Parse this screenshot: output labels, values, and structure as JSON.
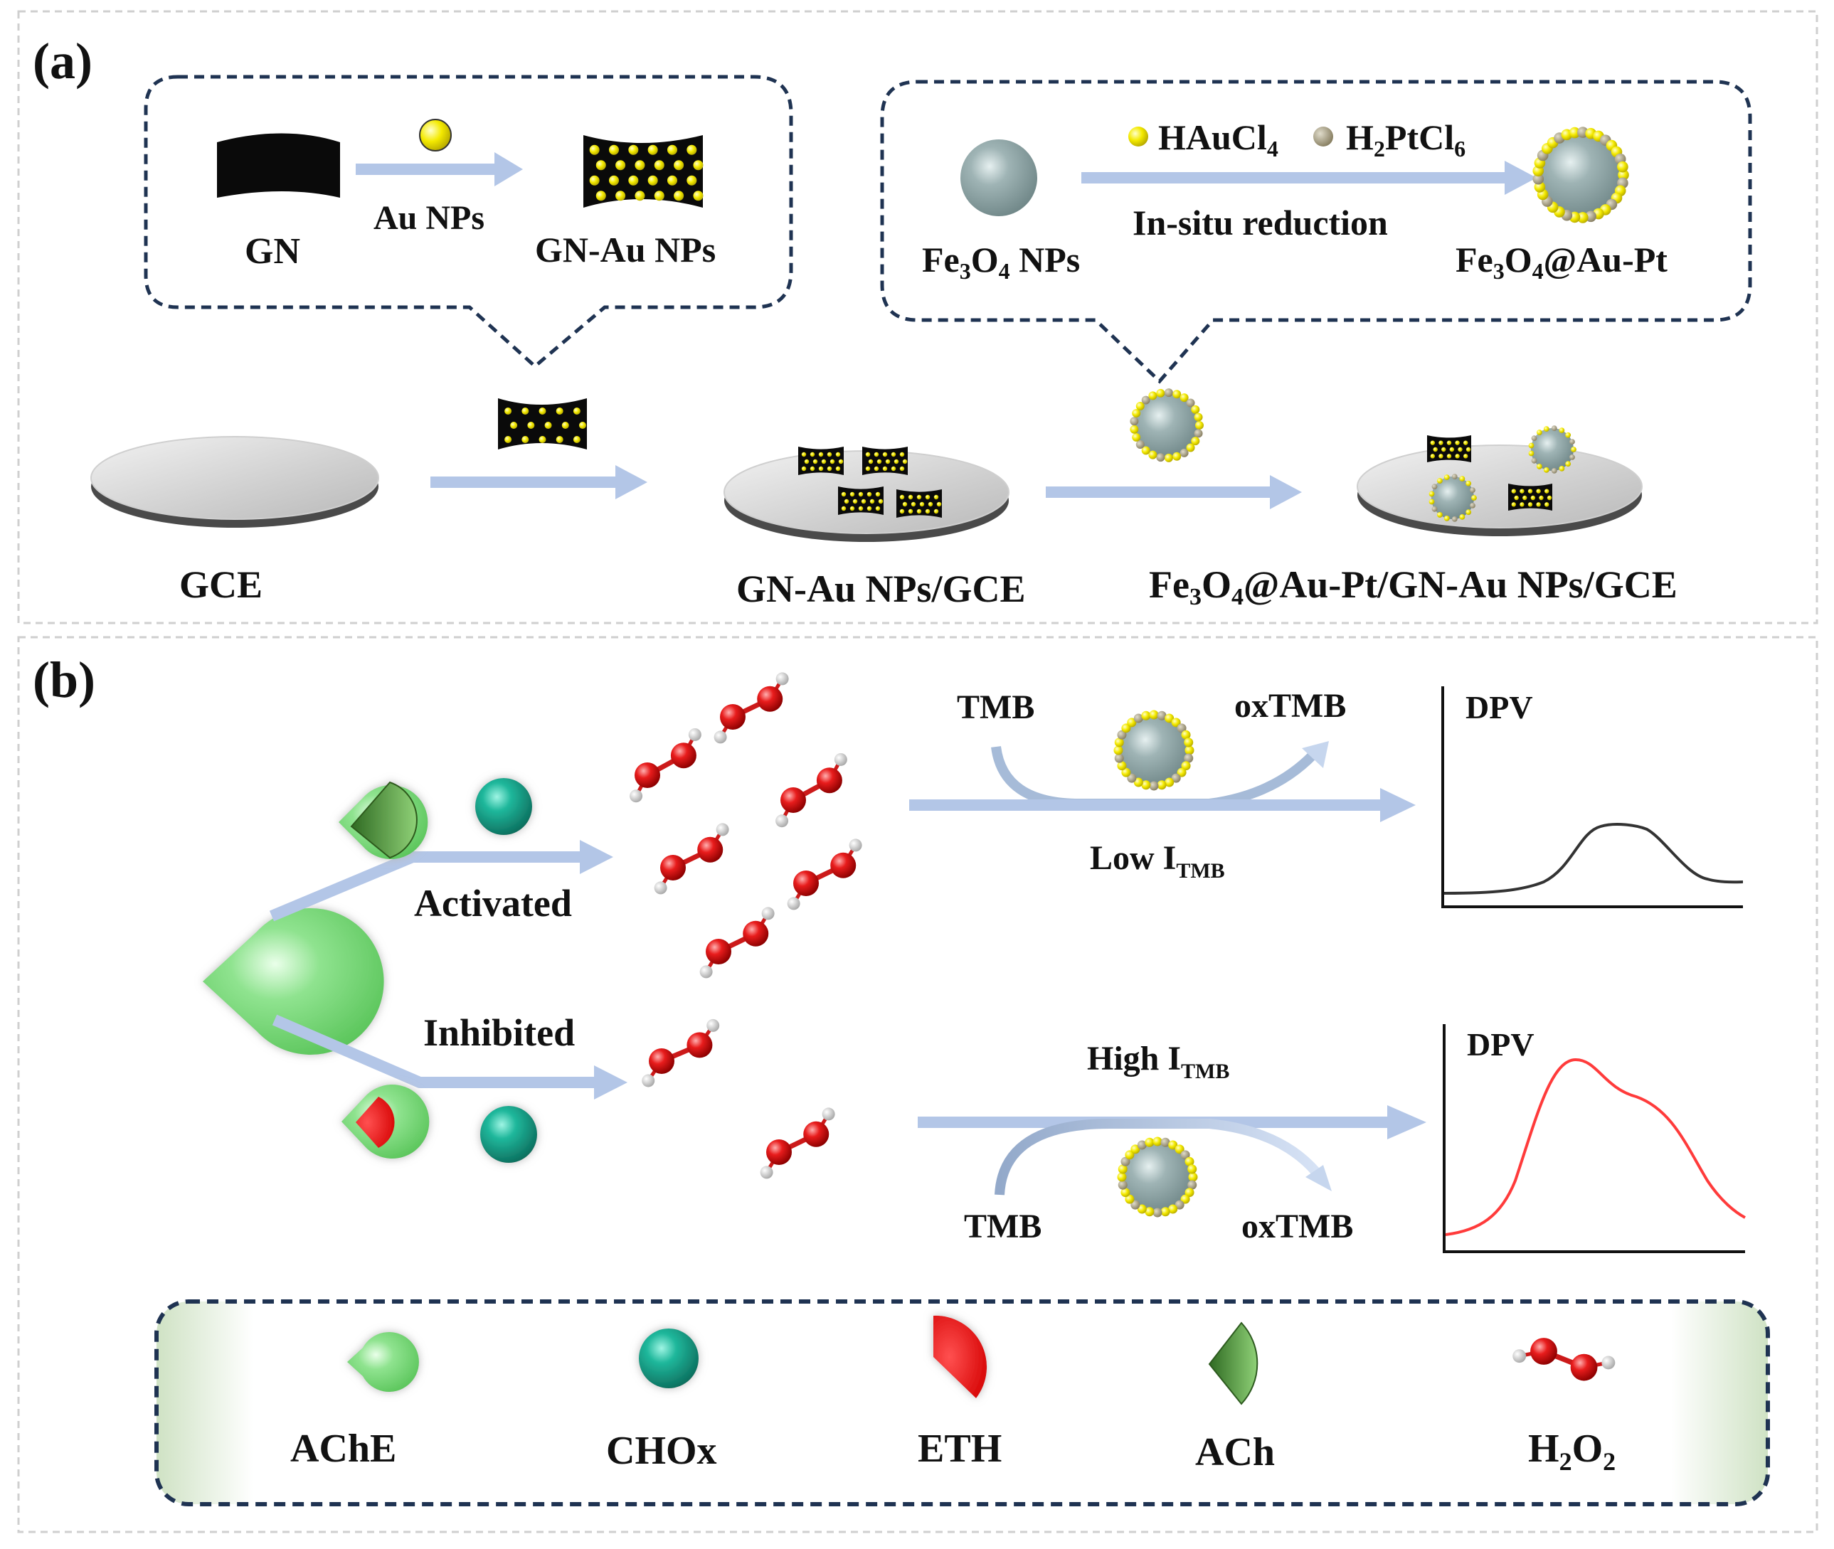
{
  "panel_a": {
    "label": "(a)",
    "gn_label": "GN",
    "au_nps_label": "Au NPs",
    "gn_au_label": "GN-Au NPs",
    "haucl4": {
      "main": "HAuCl",
      "sub": "4"
    },
    "h2ptcl6": {
      "h": "H",
      "sub1": "2",
      "mid": "PtCl",
      "sub2": "6"
    },
    "insitu_label": "In-situ reduction",
    "fe3o4_nps": {
      "fe": "Fe",
      "s1": "3",
      "o": "O",
      "s2": "4",
      "rest": " NPs"
    },
    "fe3o4_aupt": {
      "fe": "Fe",
      "s1": "3",
      "o": "O",
      "s2": "4",
      "rest": "@Au-Pt"
    },
    "gce_label": "GCE",
    "gn_au_gce_label": "GN-Au NPs/GCE",
    "final_label": {
      "fe": "Fe",
      "s1": "3",
      "o": "O",
      "s2": "4",
      "rest": "@Au-Pt/GN-Au NPs/GCE"
    }
  },
  "panel_b": {
    "label": "(b)",
    "activated_label": "Activated",
    "inhibited_label": "Inhibited",
    "tmb_label": "TMB",
    "oxtmb_label": "oxTMB",
    "low_label": {
      "main": "Low I",
      "sub": "TMB"
    },
    "high_label": {
      "main": "High I",
      "sub": "TMB"
    },
    "dpv_label": "DPV"
  },
  "legend": {
    "items": [
      {
        "name": "AChE"
      },
      {
        "name": "CHOx"
      },
      {
        "name": "ETH"
      },
      {
        "name": "ACh"
      },
      {
        "name": "H2O2",
        "h": "H",
        "s1": "2",
        "o": "O",
        "s2": "2"
      }
    ]
  },
  "colors": {
    "arrow": "#b3c6e7",
    "dash_border": "#1f3352",
    "ache": "#7fdc7f",
    "chox": "#1aa88f",
    "eth": "#ee1111",
    "ach": "#4e8a36",
    "oxygen": "#d91f1f",
    "hydrogen": "#e4e4e4",
    "au_np": "#f2ea00",
    "pt_np": "#9e9578",
    "fe3o4": "#8fa5a6",
    "dpv_low": "#333333",
    "dpv_high": "#ff3b3b"
  }
}
